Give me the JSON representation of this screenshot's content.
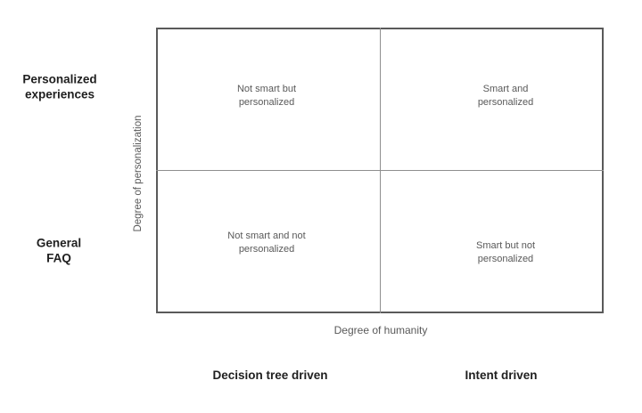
{
  "colors": {
    "background": "#ffffff",
    "outer_border": "#5a5a5a",
    "inner_divider": "#8f8f8f",
    "primary_text": "#1f1f1f",
    "secondary_text": "#595959"
  },
  "diagram": {
    "type": "2x2-matrix",
    "y_axis": {
      "label": "Degree of personalization"
    },
    "x_axis": {
      "label": "Degree of humanity"
    },
    "rows": [
      {
        "label": "Personalized\nexperiences"
      },
      {
        "label": "General\nFAQ"
      }
    ],
    "columns": [
      {
        "label": "Decision tree driven"
      },
      {
        "label": "Intent driven"
      }
    ],
    "quadrants": [
      {
        "id": "top-left",
        "label": "Not smart but\npersonalized"
      },
      {
        "id": "top-right",
        "label": "Smart and\npersonalized"
      },
      {
        "id": "bottom-left",
        "label": "Not smart and not\npersonalized"
      },
      {
        "id": "bottom-right",
        "label": "Smart but not\npersonalized"
      }
    ]
  }
}
